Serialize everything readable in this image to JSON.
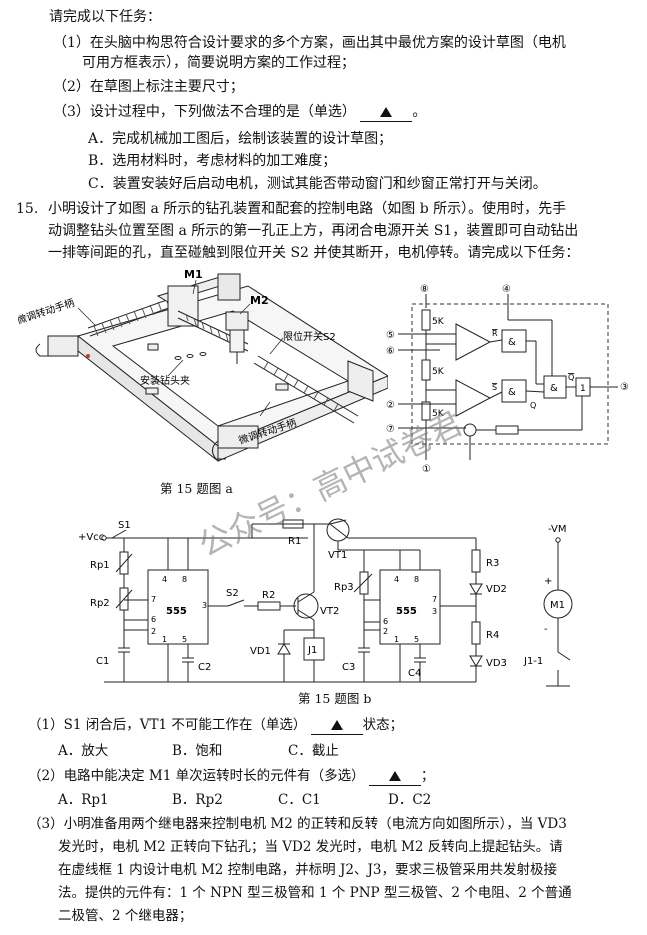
{
  "intro": "请完成以下任务：",
  "tasks_top": [
    {
      "num": "（1）",
      "text": "在头脑中构思符合设计要求的多个方案，画出其中最优方案的设计草图（电机"
    },
    {
      "num": "",
      "text": "可用方框表示），简要说明方案的工作过程；"
    },
    {
      "num": "（2）",
      "text": "在草图上标注主要尺寸；"
    },
    {
      "num": "（3）",
      "text": "设计过程中，下列做法不合理的是（单选）",
      "tail": "。"
    }
  ],
  "top_options": [
    "A．完成机械加工图后，绘制该装置的设计草图；",
    "B．选用材料时，考虑材料的加工难度；",
    "C．装置安装好后启动电机，测试其能否带动窗门和纱窗正常打开与关闭。"
  ],
  "q15": {
    "num": "15.",
    "lines": [
      "小明设计了如图 a 所示的钻孔装置和配套的控制电路（如图 b 所示）。使用时，先手",
      "动调整钻头位置至图 a 所示的第一孔正上方，再闭合电源开关 S1，装置即可自动钻出",
      "一排等间距的孔，直至碰触到限位开关 S2 并使其断开，电机停转。请完成以下任务："
    ]
  },
  "figure_a": {
    "caption": "第 15 题图 a",
    "labels": {
      "handle1": "微调转动手柄",
      "handle2": "微调转动手柄",
      "m1": "M1",
      "m2": "M2",
      "limit": "限位开关S2",
      "chuck": "安装钻头夹"
    }
  },
  "ic": {
    "pins": [
      "⑧",
      "⑤",
      "⑥",
      "②",
      "⑦",
      "④",
      "③",
      "①"
    ],
    "r_top": "5K",
    "r_mid": "5K",
    "r_bot": "5K",
    "r_bar": "R",
    "s_bar": "S",
    "q": "Q",
    "q_bar": "Q",
    "and": "&",
    "one": "1"
  },
  "figure_b": {
    "caption": "第 15 题图 b",
    "labels": {
      "vcc": "+Vcc",
      "s1": "S1",
      "rp1": "Rp1",
      "rp2": "Rp2",
      "c1": "C1",
      "c2": "C2",
      "chip1": "555",
      "chip2": "555",
      "s2": "S2",
      "r1": "R1",
      "r2": "R2",
      "vt1": "VT1",
      "vt2": "VT2",
      "vd1": "VD1",
      "j1": "J1",
      "rp3": "Rp3",
      "c3": "C3",
      "c4": "C4",
      "r3": "R3",
      "r4": "R4",
      "vd2": "VD2",
      "vd3": "VD3",
      "vm": "-VM",
      "m1": "M1",
      "j11": "J1-1",
      "plus": "+",
      "minus": "-",
      "p4": "4",
      "p8": "8",
      "p7": "7",
      "p6": "6",
      "p2": "2",
      "p1": "1",
      "p5": "5",
      "p3": "3"
    }
  },
  "questions": [
    {
      "num": "（1）",
      "text": "S1 闭合后，VT1 不可能工作在（单选）",
      "tail": "状态；",
      "options": [
        "A．放大",
        "B．饱和",
        "C．截止"
      ]
    },
    {
      "num": "（2）",
      "text": "电路中能决定 M1 单次运转时长的元件有（多选）",
      "tail": "；",
      "options": [
        "A．Rp1",
        "B．Rp2",
        "C．C1",
        "D．C2"
      ]
    }
  ],
  "q3_lines": [
    "（3）小明准备用两个继电器来控制电机 M2 的正转和反转（电流方向如图所示），当 VD3",
    "发光时，电机 M2 正转向下钻孔；当 VD2 发光时，电机 M2 反转向上提起钻头。请",
    "在虚线框 1 内设计电机 M2 控制电路，并标明 J2、J3，要求三极管采用共发射极接",
    "法。提供的元件有：1 个 NPN 型三极管和 1 个 PNP 型三极管、2 个电阻、2 个普通",
    "二极管、2 个继电器；"
  ],
  "watermark": "公众号：高中试卷君"
}
